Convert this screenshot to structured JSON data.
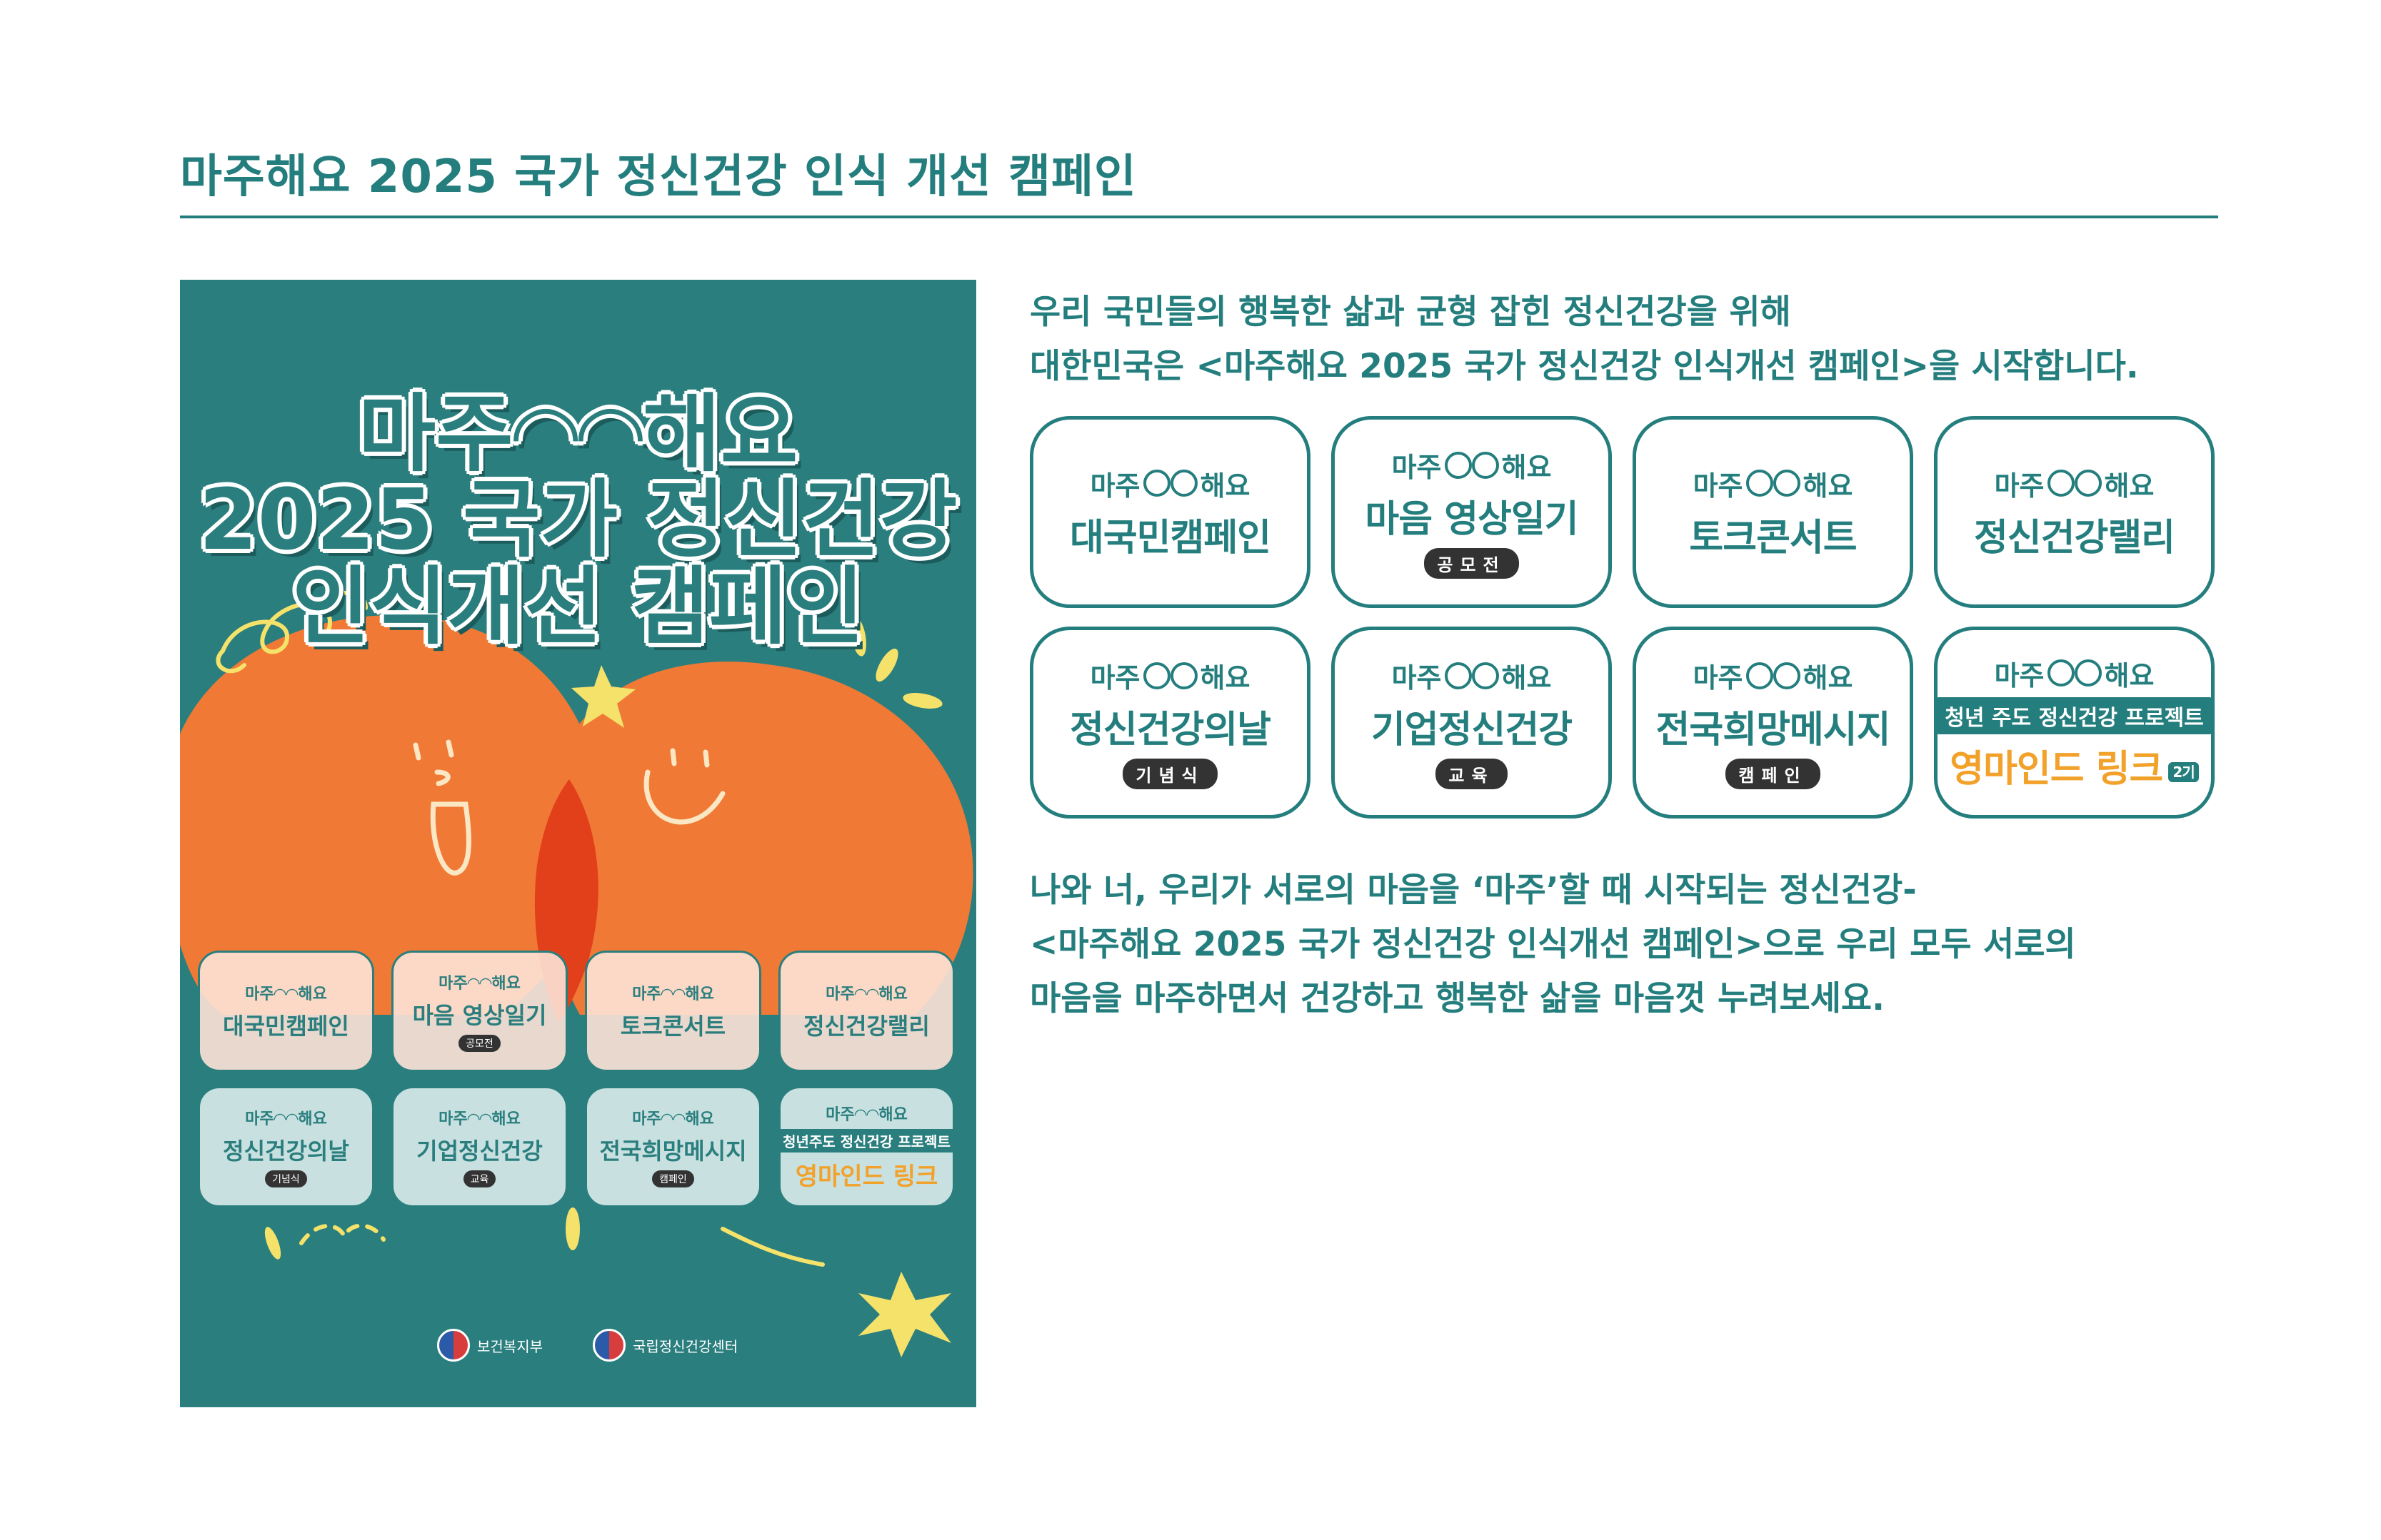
{
  "header": {
    "title": "마주해요 2025 국가 정신건강 인식 개선 캠페인"
  },
  "poster": {
    "brand": "마주◠◠해요",
    "line2": "2025 국가 정신건강",
    "line3": "인식개선 캠페인",
    "cards": [
      {
        "brand": "마주◠◠해요",
        "name": "대국민캠페인",
        "sub": ""
      },
      {
        "brand": "마주◠◠해요",
        "name": "마음 영상일기",
        "sub": "공모전"
      },
      {
        "brand": "마주◠◠해요",
        "name": "토크콘서트",
        "sub": ""
      },
      {
        "brand": "마주◠◠해요",
        "name": "정신건강랠리",
        "sub": ""
      },
      {
        "brand": "마주◠◠해요",
        "name": "정신건강의날",
        "sub": "기념식"
      },
      {
        "brand": "마주◠◠해요",
        "name": "기업정신건강",
        "sub": "교육"
      },
      {
        "brand": "마주◠◠해요",
        "name": "전국희망메시지",
        "sub": "캠페인"
      },
      {
        "brand": "마주◠◠해요",
        "name": "청년주도 정신건강 프로젝트",
        "name2": "영마인드 링크",
        "sub": ""
      }
    ],
    "logos": [
      {
        "label": "보건복지부"
      },
      {
        "label": "국립정신건강센터"
      }
    ]
  },
  "intro": {
    "line1": "우리 국민들의 행복한 삶과 균형 잡힌 정신건강을 위해",
    "line2": "대한민국은 <마주해요 2025 국가 정신건강 인식개선 캠페인>을 시작합니다."
  },
  "programs": [
    {
      "brand": "마주",
      "brand2": "해요",
      "name": "대국민캠페인",
      "sub": ""
    },
    {
      "brand": "마주",
      "brand2": "해요",
      "name": "마음 영상일기",
      "sub": "공모전"
    },
    {
      "brand": "마주",
      "brand2": "해요",
      "name": "토크콘서트",
      "sub": ""
    },
    {
      "brand": "마주",
      "brand2": "해요",
      "name": "정신건강랠리",
      "sub": ""
    },
    {
      "brand": "마주",
      "brand2": "해요",
      "name": "정신건강의날",
      "sub": "기념식"
    },
    {
      "brand": "마주",
      "brand2": "해요",
      "name": "기업정신건강",
      "sub": "교육"
    },
    {
      "brand": "마주",
      "brand2": "해요",
      "name": "전국희망메시지",
      "sub": "캠페인"
    },
    {
      "brand": "마주",
      "brand2": "해요",
      "name": "청년 주도 정신건강 프로젝트",
      "name2": "영마인드 링크",
      "tag": "2기",
      "sub": ""
    }
  ],
  "closing": {
    "line1": "나와 너, 우리가 서로의 마음을 ‘마주’할 때 시작되는 정신건강-",
    "line2": "<마주해요 2025 국가 정신건강 인식개선 캠페인>으로 우리 모두 서로의",
    "line3": "마음을 마주하면서 건강하고 행복한 삶을 마음껏 누려보세요."
  },
  "colors": {
    "teal": "#257e7e",
    "orange": "#f07a35",
    "yellow": "#f5e26a",
    "accent_orange": "#f2a12a"
  }
}
